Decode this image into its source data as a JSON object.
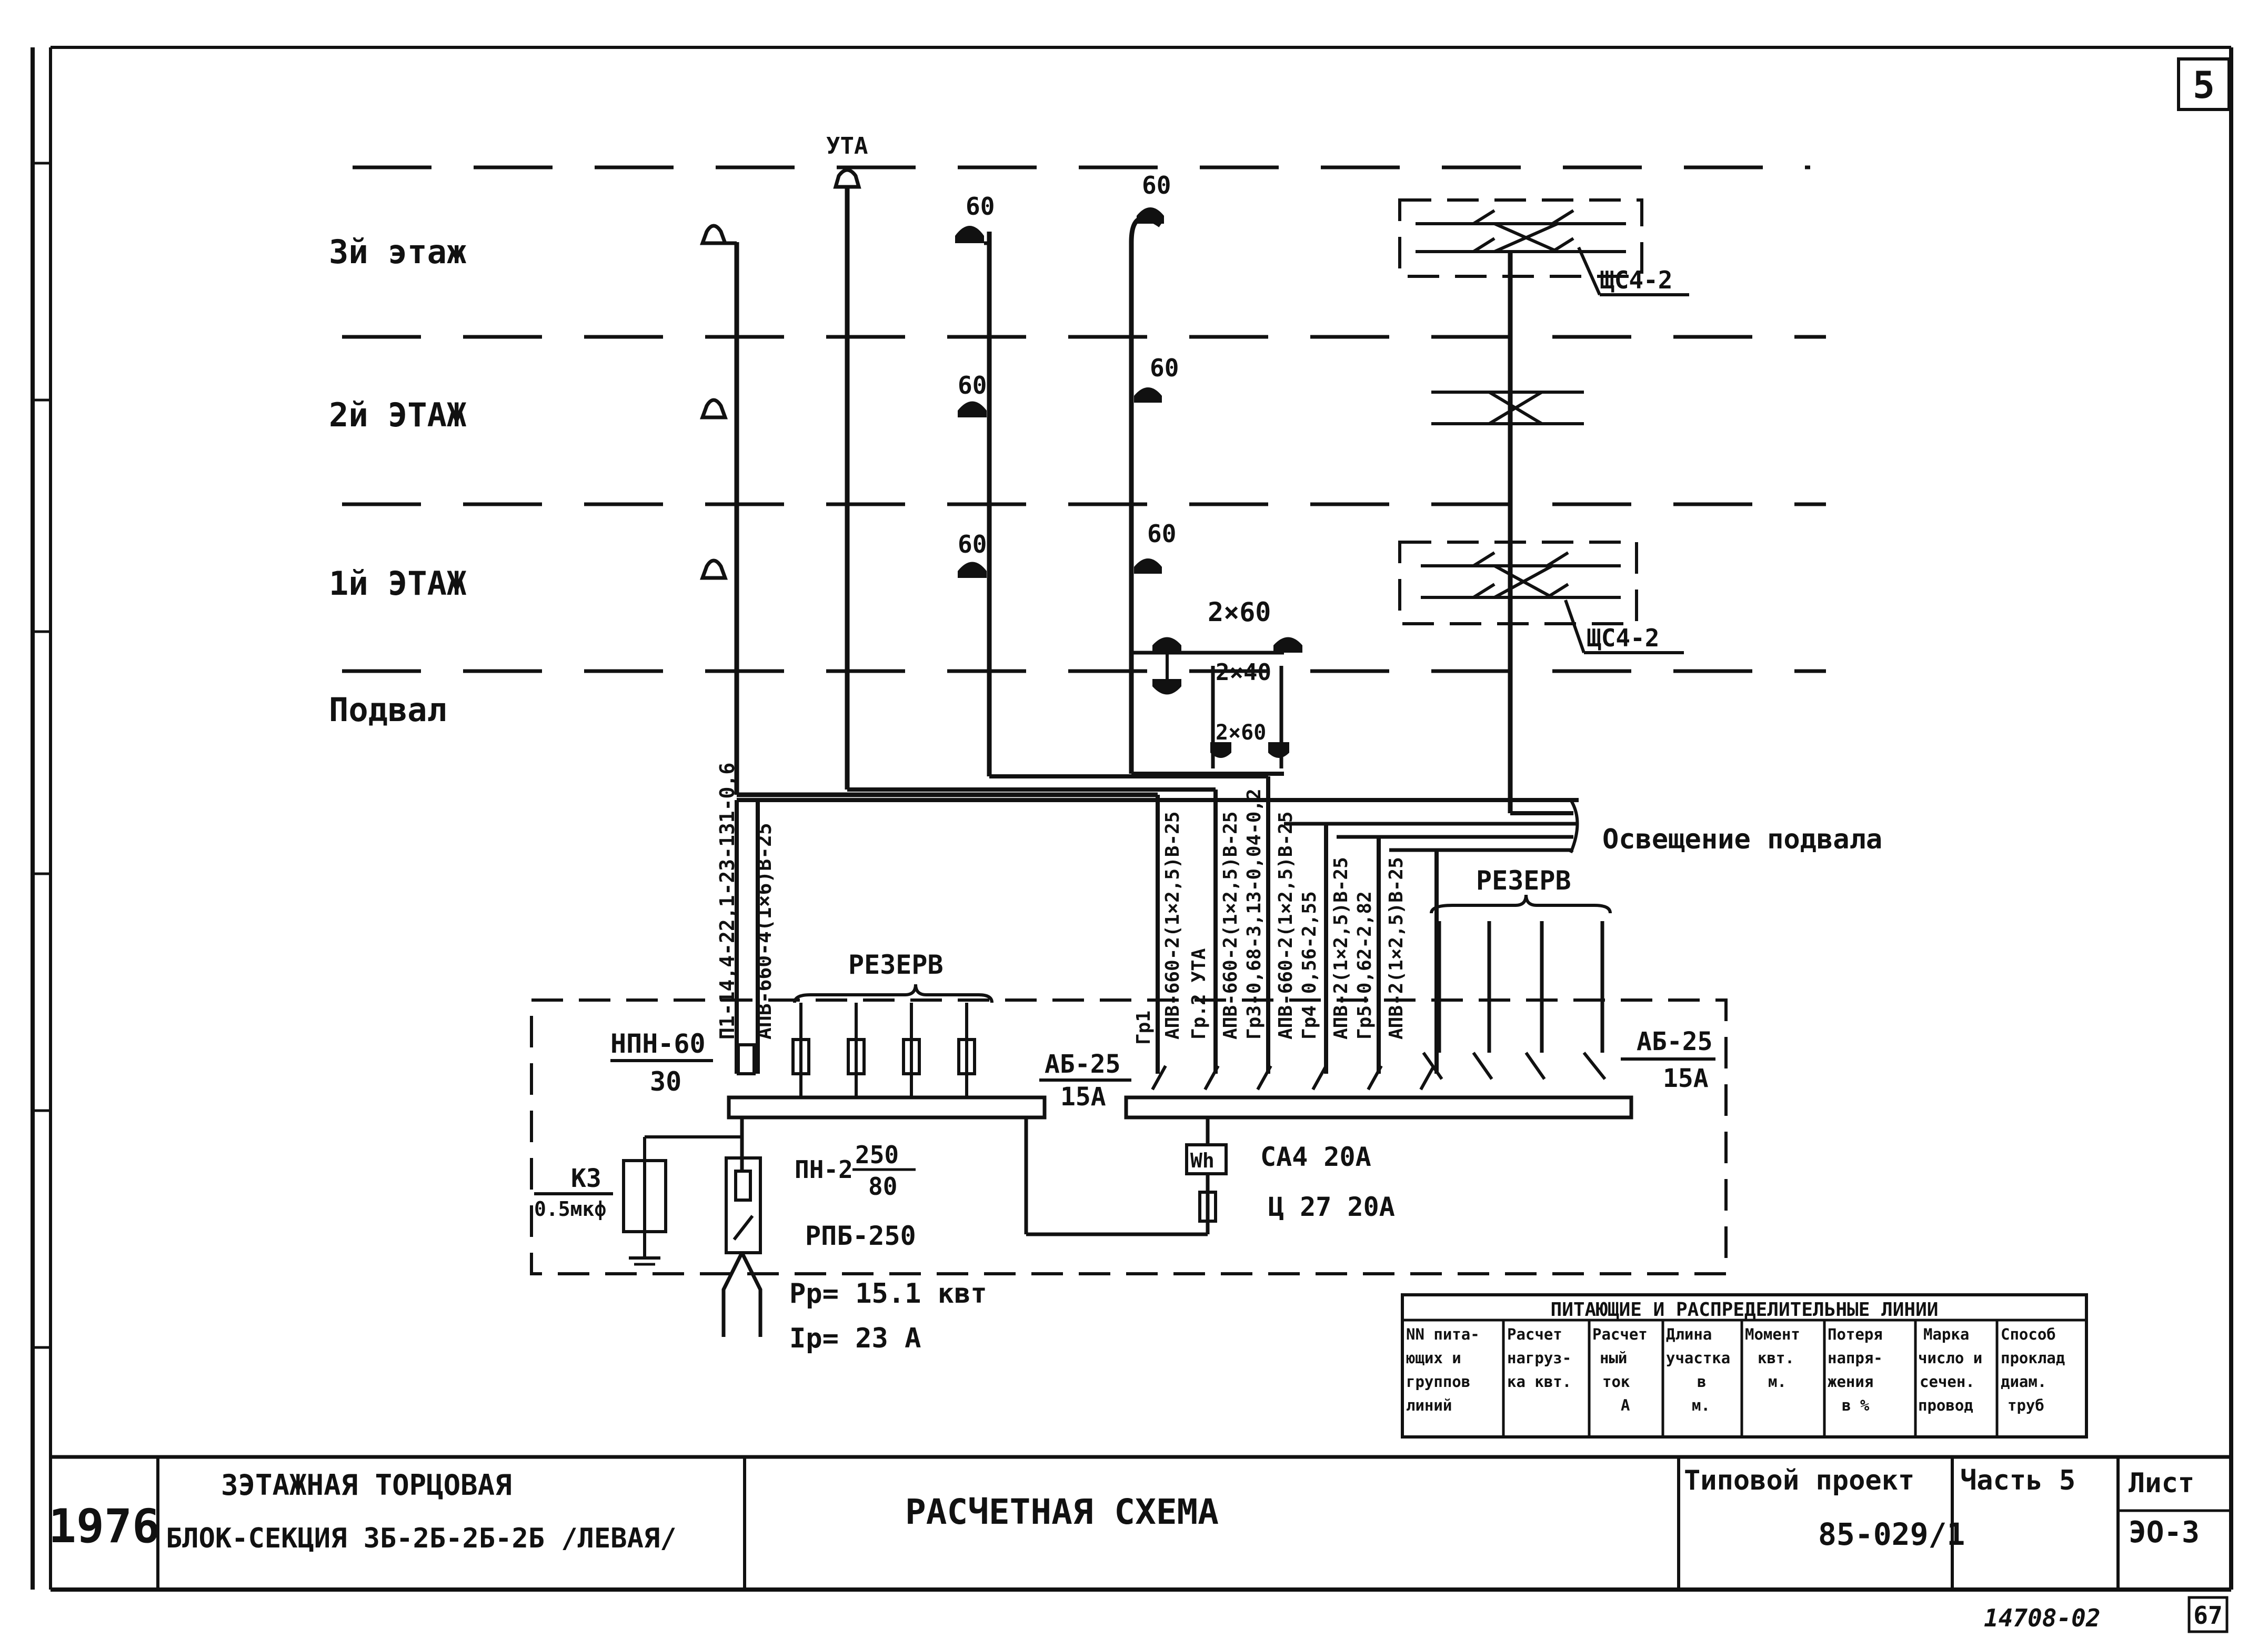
{
  "sheet": {
    "number": "5",
    "page": "67",
    "stamp": "14708-02"
  },
  "floors": [
    "3й этаж",
    "2й ЭТАЖ",
    "1й ЭТАЖ",
    "Подвал"
  ],
  "labels": {
    "uta": "УТА",
    "lamp60": "60",
    "two_by_60": "2×60",
    "two_by_40": "2×40",
    "two_by_60b": "2×60",
    "shs_top": "ЩС4-2",
    "shs_bottom": "ЩС4-2",
    "basement_light": "Освещение подвала",
    "reserve_right": "РЕЗЕРВ",
    "reserve_left": "РЕЗЕРВ",
    "npn": "НПН-60",
    "npn_sub": "30",
    "ab25_left": "АБ-25",
    "ab25_left_sub": "15А",
    "ab25_right": "АБ-25",
    "ab25_right_sub": "15А",
    "k3": "К3",
    "k3_sub": "0.5мкф",
    "pn2": "ПН-2",
    "pn2_top": "250",
    "pn2_bot": "80",
    "rpb": "РПБ-250",
    "ca4": "СА4 20А",
    "u27": "Ц 27 20А",
    "wh": "Wh",
    "pp": "Pр= 15.1 квт",
    "ip": "Iр= 23 А",
    "gr1": "Гр1"
  },
  "feeder_labels": [
    "П1-14,4-22,1-23-131-0,6",
    "АПВ-660-4(1×6)В-25",
    "АПВ-660-2(1×2,5)В-25",
    "Гр.2 УТА",
    "АПВ-660-2(1×2,5)В-25",
    "Гр3-0,68-3,13-0,04-0,2",
    "АПВ-660-2(1×2,5)В-25",
    "Гр4 0,56-2,55",
    "АПВ-2(1×2,5)В-25",
    "Гр5-0,62-2,82",
    "АПВ-2(1×2,5)В-25"
  ],
  "table": {
    "title": "ПИТАЮЩИЕ И РАСПРЕДЕЛИТЕЛЬНЫЕ ЛИНИИ",
    "headers": [
      [
        "NN пита-",
        "ющих и",
        "группов",
        "линий"
      ],
      [
        "Расчет",
        "нагруз-",
        "ка квт."
      ],
      [
        "Расчет",
        "ный",
        "ток",
        "А"
      ],
      [
        "Длина",
        "участка",
        "в",
        "м."
      ],
      [
        "Момент",
        "квт.",
        "м."
      ],
      [
        "Потеря",
        "напря-",
        "жения",
        "в %"
      ],
      [
        "Марка",
        "число и",
        "сечен.",
        "провод"
      ],
      [
        "Способ",
        "проклад",
        "диам.",
        "труб"
      ]
    ]
  },
  "title_block": {
    "year": "1976",
    "building_line1": "3ЭТАЖНАЯ ТОРЦОВАЯ",
    "building_line2": "БЛОК-СЕКЦИЯ 3Б-2Б-2Б-2Б /ЛЕВАЯ/",
    "drawing_title": "РАСЧЕТНАЯ СХЕМА",
    "project_label": "Типовой проект",
    "project_number": "85-029/1",
    "part": "Часть 5",
    "sheet_label": "Лист",
    "sheet_code": "ЭО-3"
  }
}
